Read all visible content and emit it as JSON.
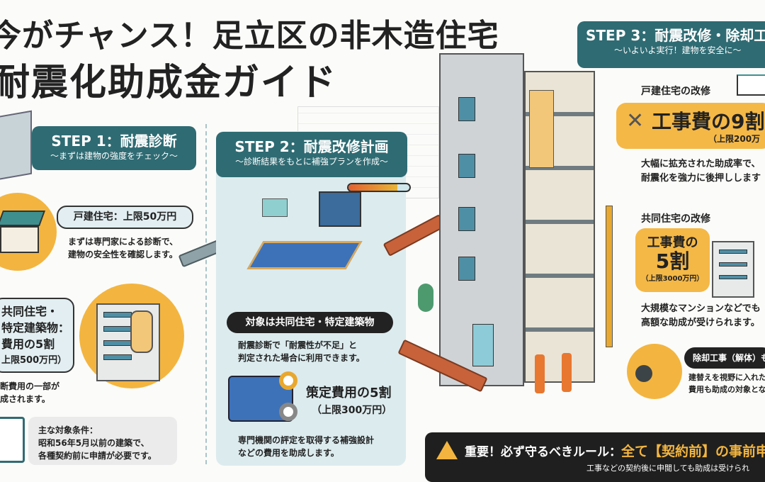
{
  "title": {
    "line1": "今がチャンス！足立区の非木造住宅",
    "line2": "耐震化助成金ガイド"
  },
  "step1": {
    "heading": "STEP 1：耐震診断",
    "subheading": "〜まずは建物の強度をチェック〜",
    "detached": {
      "label": "戸建住宅：上限50万円",
      "text": [
        "まずは専門家による診断で、",
        "建物の安全性を確認します。"
      ]
    },
    "apartment": {
      "label": [
        "共同住宅・",
        "特定建築物：",
        "費用の5割",
        "上限500万円）"
      ],
      "text": [
        "断費用の一部が",
        "成されます。"
      ]
    },
    "conditions": [
      "主な対象条件：",
      "昭和56年5月以前の建築で、",
      "各種契約前に申請が必要です。"
    ]
  },
  "step2": {
    "heading": "STEP 2：耐震改修計画",
    "subheading": "〜診断結果をもとに補強プランを作成〜",
    "progress": 0.8,
    "target_pill": "対象は共同住宅・特定建築物",
    "target_text": [
      "耐震診断で「耐震性が不足」と",
      "判定された場合に利用できます。"
    ],
    "amount": "策定費用の5割",
    "cap": "（上限300万円）",
    "text": [
      "専門機関の評定を取得する補強設計",
      "などの費用を助成します。"
    ]
  },
  "step3": {
    "heading": "STEP 3：耐震改修・除却工",
    "subheading": "〜いよいよ実行！建物を安全に〜",
    "detached": {
      "label": "戸建住宅の改修",
      "amount": "工事費の9割",
      "cap": "（上限200万",
      "text": [
        "大幅に拡充された助成率で、",
        "耐震化を強力に後押しします"
      ]
    },
    "apartment": {
      "label": "共同住宅の改修",
      "amount_line1": "工事費の",
      "amount_line2": "5割",
      "cap": "（上限3000万円）",
      "text": [
        "大規模なマンションなどでも",
        "高額な助成が受けられます。"
      ]
    },
    "demolition": {
      "pill": "除却工事（解体）も",
      "text": [
        "建替えを視野に入れた",
        "費用も助成の対象とな"
      ]
    }
  },
  "warning": {
    "icon": "warning-triangle-icon",
    "label": "重要！必ず守るべきルール：",
    "highlight": "全て【契約前】の事前申請が",
    "subtext": "工事などの契約後に申閲しても助成は受けられ"
  },
  "colors": {
    "teal": "#2f6b73",
    "orange": "#f3b53f",
    "dark": "#222222",
    "panel": "#dcebee"
  }
}
